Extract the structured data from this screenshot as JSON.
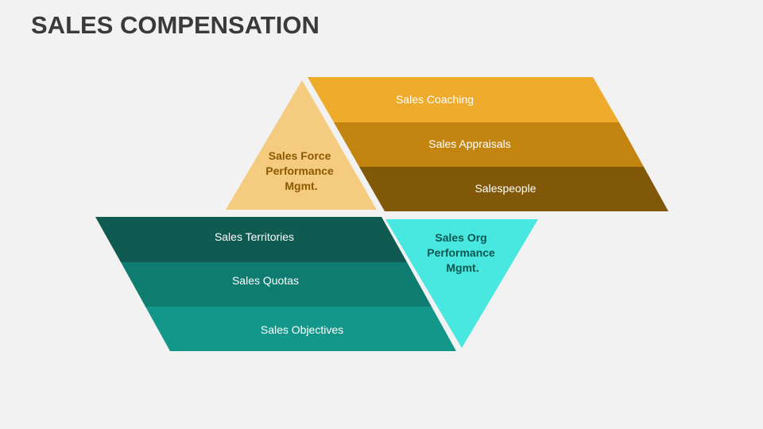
{
  "page": {
    "title": "SALES COMPENSATION"
  },
  "diagram": {
    "upper_triangle": {
      "lines": [
        "Sales Force",
        "Performance",
        "Mgmt."
      ],
      "fill": "#f5cb7f",
      "text_color": "#8b5a00"
    },
    "upper_bands": [
      {
        "label": "Sales Coaching",
        "fill": "#efab2b"
      },
      {
        "label": "Sales Appraisals",
        "fill": "#c48510"
      },
      {
        "label": "Salespeople",
        "fill": "#805808"
      }
    ],
    "lower_bands": [
      {
        "label": "Sales Territories",
        "fill": "#0f5a51"
      },
      {
        "label": "Sales Quotas",
        "fill": "#0e7c71"
      },
      {
        "label": "Sales Objectives",
        "fill": "#14978b"
      }
    ],
    "lower_triangle": {
      "lines": [
        "Sales Org",
        "Performance",
        "Mgmt."
      ],
      "fill": "#48e8e0",
      "text_color": "#0c5750"
    },
    "band_text_color": "#ffffff"
  }
}
